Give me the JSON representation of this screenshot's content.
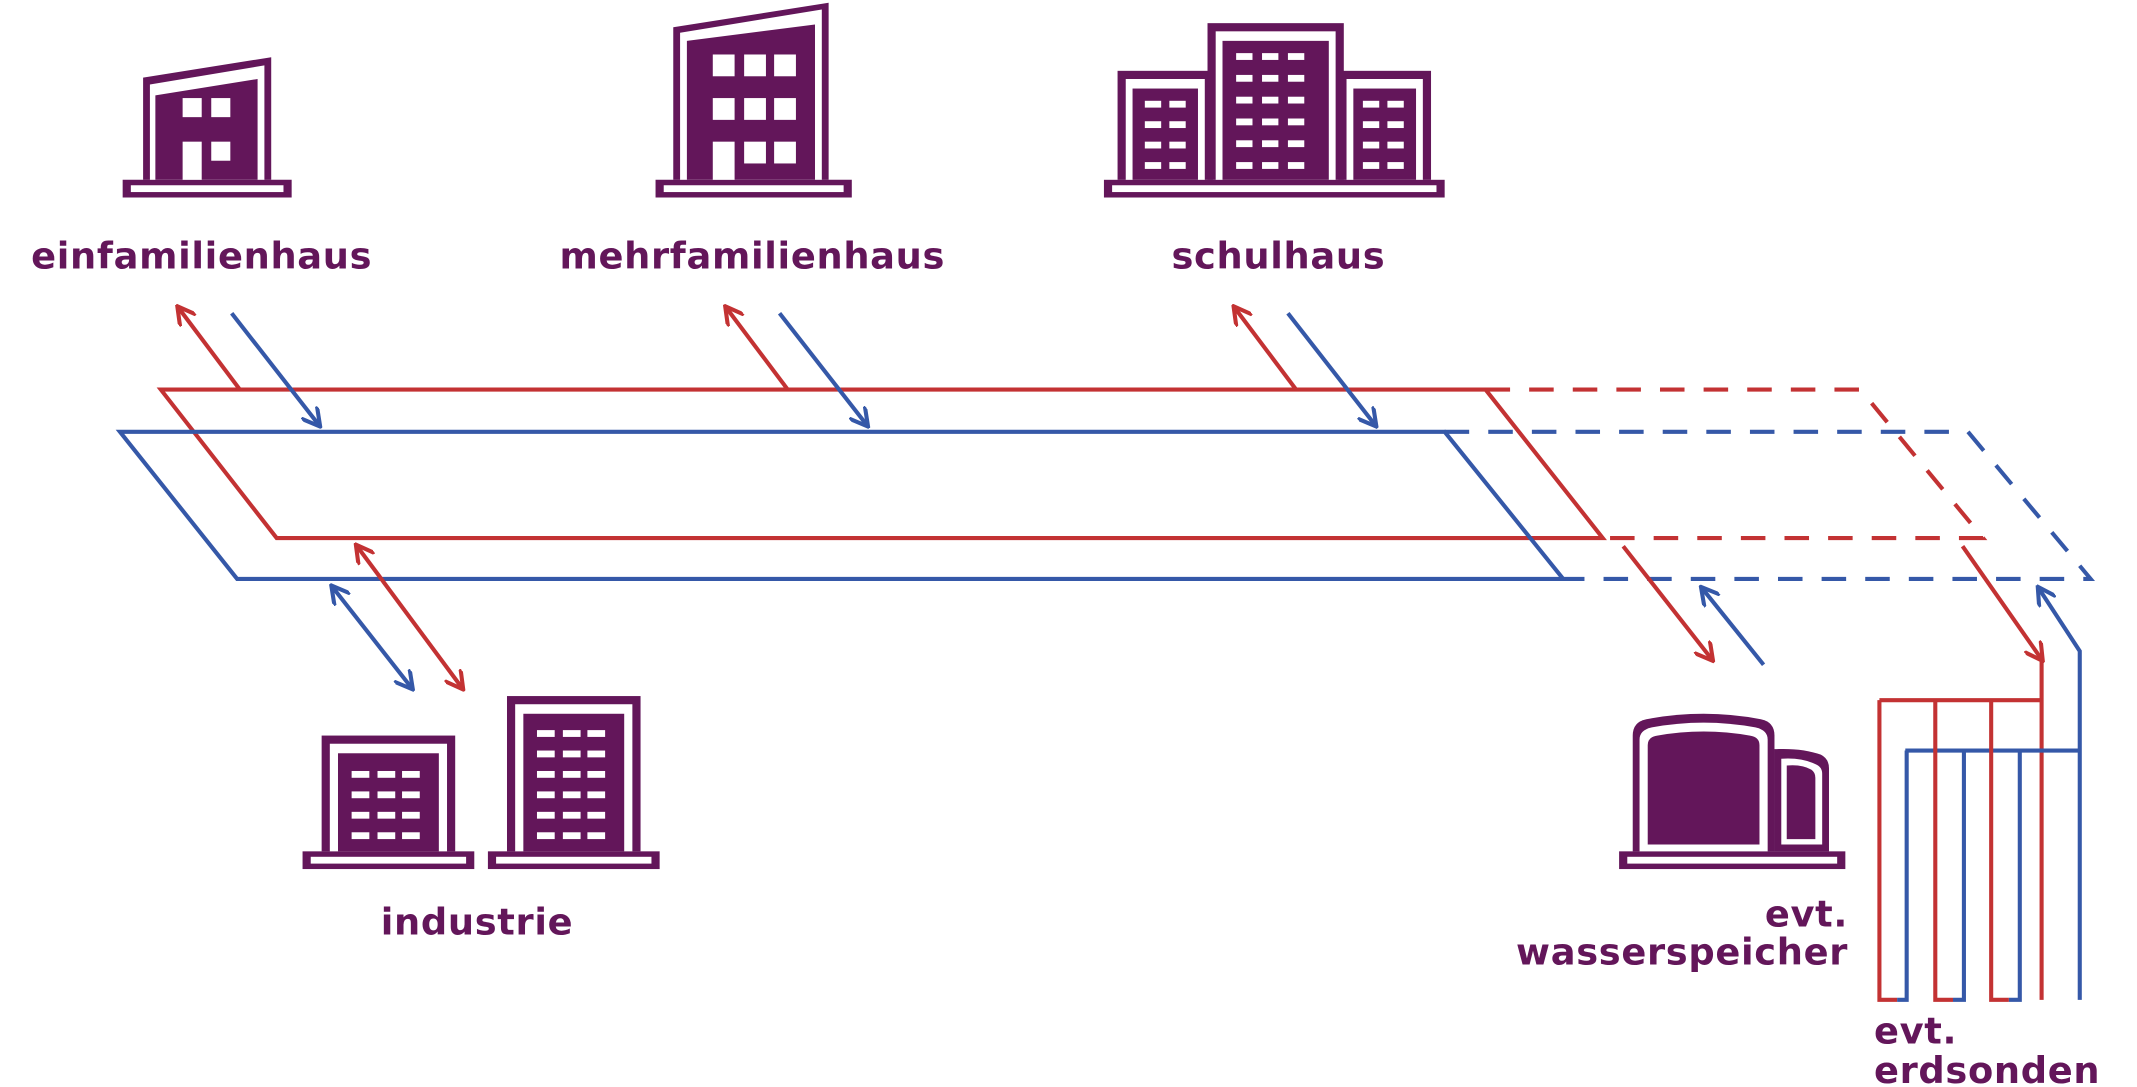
{
  "colors": {
    "building": "#63165a",
    "supply_hot": "#c33233",
    "return_cold": "#3558a8",
    "background": "#ffffff"
  },
  "consumers": [
    {
      "id": "einfamilienhaus",
      "label": "einfamilienhaus",
      "icon": "single-family-house-icon"
    },
    {
      "id": "mehrfamilienhaus",
      "label": "mehrfamilienhaus",
      "icon": "apartment-building-icon"
    },
    {
      "id": "schulhaus",
      "label": "schulhaus",
      "icon": "school-building-icon"
    },
    {
      "id": "industrie",
      "label": "industrie",
      "icon": "industry-buildings-icon"
    }
  ],
  "optional_sources": [
    {
      "id": "wasserspeicher",
      "prefix": "evt.",
      "label": "wasserspeicher",
      "icon": "water-storage-tank-icon"
    },
    {
      "id": "erdsonden",
      "prefix": "evt.",
      "label": "erdsonden",
      "icon": "geothermal-probes-icon"
    }
  ],
  "network": {
    "loops": [
      "hot-supply-loop",
      "cold-return-loop"
    ],
    "extension_style": "dashed"
  }
}
